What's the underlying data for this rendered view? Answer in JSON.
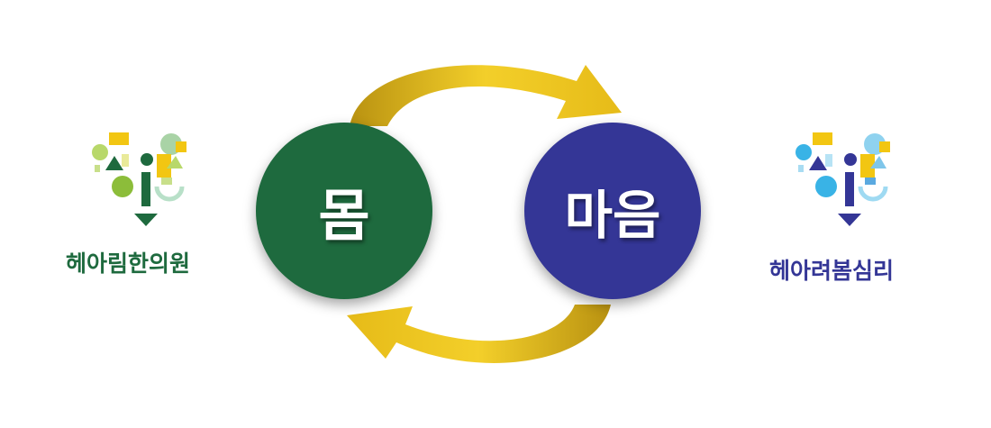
{
  "diagram": {
    "body_label": "몸",
    "mind_label": "마음",
    "colors": {
      "body_circle": "#1e6a3e",
      "mind_circle": "#343696",
      "arrow_gold": "#e6bb18",
      "arrow_gold_dark": "#b99211"
    }
  },
  "logos": {
    "left": {
      "name": "헤아림한의원",
      "icon": "geometric-shapes-heart-logo",
      "colors": {
        "primary": "#1e6a3e",
        "accent": "#f2c612",
        "light": "#b8d86a"
      }
    },
    "right": {
      "name": "헤아려봄심리",
      "icon": "geometric-shapes-heart-logo",
      "colors": {
        "primary": "#343696",
        "accent": "#f2c612",
        "light": "#39b3e6"
      }
    }
  }
}
